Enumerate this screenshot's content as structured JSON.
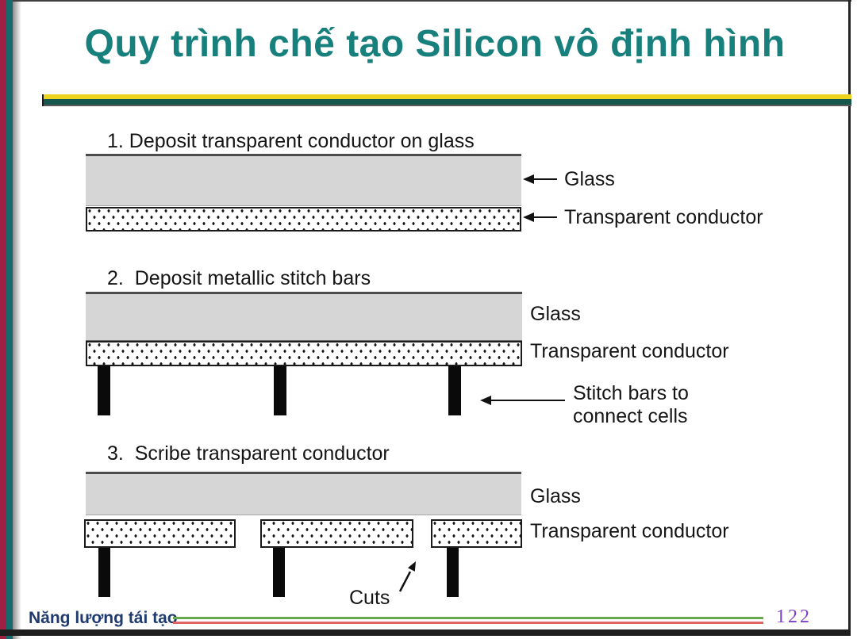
{
  "slide": {
    "title": "Quy trình chế tạo Silicon vô định hình",
    "colors": {
      "title_teal": "#17807d",
      "stripe_crimson": "#9e2143",
      "stripe_teal": "#156a6d",
      "divider_yellow": "#ecd31f",
      "divider_green": "#16584e",
      "glass_fill": "#d6d6d6",
      "stitch_bar_black": "#0a0a0a",
      "footer_text_navy": "#1f3a6e",
      "footer_line_green": "#6aa84f",
      "footer_line_red": "#e06666",
      "page_number_purple": "#7c3fc4"
    }
  },
  "diagram": {
    "steps": [
      {
        "title": "1. Deposit transparent conductor on glass",
        "labels": {
          "glass": "Glass",
          "conductor": "Transparent conductor"
        }
      },
      {
        "title": "2.  Deposit metallic stitch bars",
        "labels": {
          "glass": "Glass",
          "conductor": "Transparent conductor",
          "stitch_line1": "Stitch bars to",
          "stitch_line2": "connect cells"
        }
      },
      {
        "title": "3.  Scribe transparent conductor",
        "labels": {
          "glass": "Glass",
          "conductor": "Transparent conductor",
          "cuts": "Cuts"
        }
      }
    ]
  },
  "footer": {
    "text": "Năng lượng tái tạo",
    "page_number": "122"
  }
}
